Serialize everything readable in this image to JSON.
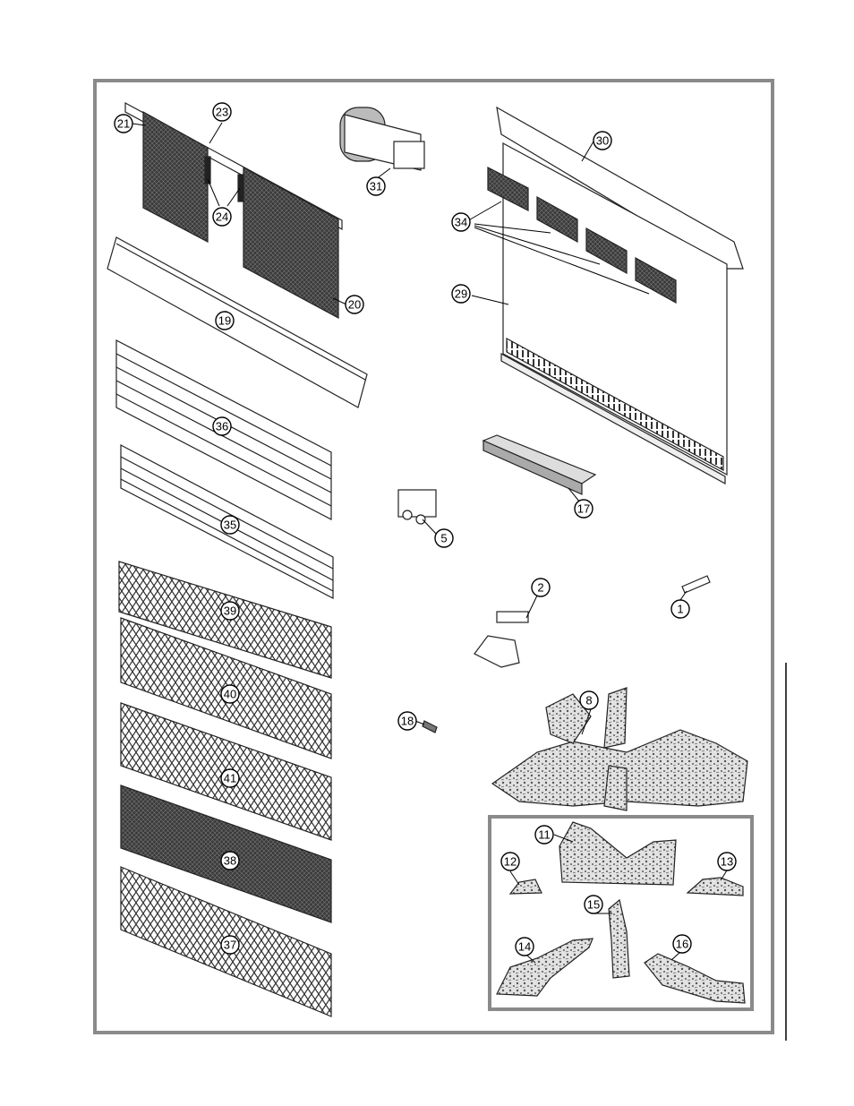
{
  "colors": {
    "frame": "#8a8a8a",
    "inset_frame": "#8a8a8a",
    "line": "#222222",
    "mesh": "#333333",
    "log_fill": "#d9d9d9",
    "background": "#ffffff"
  },
  "parts": {
    "p1": "1",
    "p2": "2",
    "p5": "5",
    "p8": "8",
    "p11": "11",
    "p12": "12",
    "p13": "13",
    "p14": "14",
    "p15": "15",
    "p16": "16",
    "p17": "17",
    "p18": "18",
    "p19": "19",
    "p20": "20",
    "p21": "21",
    "p23": "23",
    "p24": "24",
    "p29": "29",
    "p30": "30",
    "p31": "31",
    "p34": "34",
    "p35": "35",
    "p36": "36",
    "p37": "37",
    "p38": "38",
    "p39": "39",
    "p40": "40",
    "p41": "41"
  }
}
